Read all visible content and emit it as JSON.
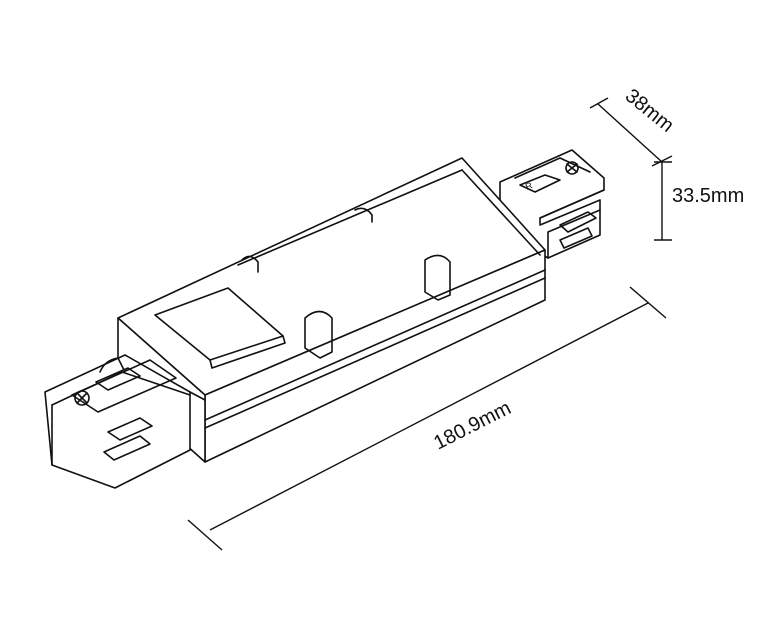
{
  "dimensions": {
    "length": "180.9mm",
    "width": "38mm",
    "height": "33.5mm"
  },
  "marking": {
    "letter": "R"
  }
}
